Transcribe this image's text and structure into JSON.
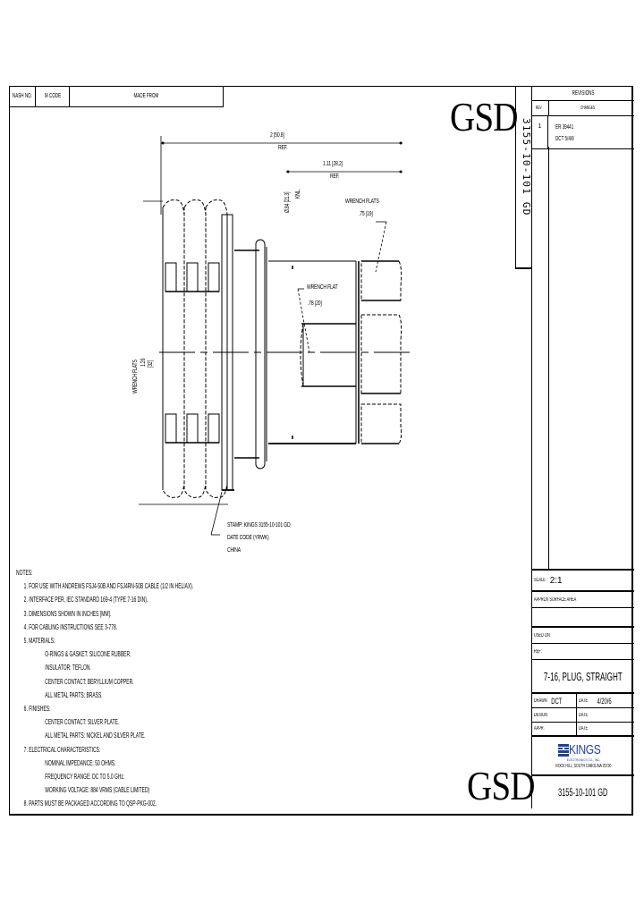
{
  "header_left": {
    "columns": [
      "NASH NO.",
      "M CODE",
      "MADE FROM"
    ]
  },
  "watermark": "GSD",
  "vertical_part_number": "3155-10-101 GD",
  "revisions": {
    "title": "REVISIONS",
    "col_rev": "REV",
    "col_changes": "CHANGES",
    "rows": [
      {
        "rev": "1",
        "line1": "ER 39441",
        "line2": "DCT 5/4/8"
      }
    ]
  },
  "dimensions": {
    "overall": {
      "value": "2 [50.8]",
      "note": "REF."
    },
    "rear": {
      "value": "1.11 [28.2]",
      "note": "REF."
    },
    "diameter": {
      "value": "Ø.84 [21.3]",
      "note": "KNL."
    },
    "wrench_flats_rear": {
      "label": "WRENCH FLATS",
      "value": ".75 [19]"
    },
    "wrench_flat_mid": {
      "label": "WRENCH FLAT",
      "value": ".78 [20]"
    },
    "wrench_flats_nut": {
      "label": "WRENCH FLATS",
      "value": "1.26",
      "metric": "[32]"
    }
  },
  "stamp": {
    "line1": "STAMP: KINGS 3155-10-101 GD",
    "line2": "DATE CODE (YRWK)",
    "line3": "CHINA"
  },
  "notes": {
    "title": "NOTES:",
    "items": [
      "1. FOR USE WITH ANDREWS FSJ4-50B AND FSJ4RN-50B CABLE (1/2 IN HELIAX).",
      "2. INTERFACE PER, IEC STANDARD 169-4 (TYPE 7-16 DIN).",
      "3. DIMENSIONS SHOWN IN INCHES [MM].",
      "4. FOR CABLING INSTRUCTIONS SEE 3-778.",
      "5. MATERIALS:",
      "O-RINGS & GASKET: SILICONE RUBBER.",
      "INSULATOR: TEFLON.",
      "CENTER CONTACT: BERYLLIUM COPPER.",
      "ALL METAL PARTS: BRASS.",
      "6. FINISHES:",
      "CENTER CONTACT: SILVER PLATE.",
      "ALL METAL PARTS: NICKEL AND SILVER PLATE.",
      "7. ELECTRICAL CHARACTERISTICS:",
      "NOMINAL IMPEDANCE: 50 OHMS.",
      "FREQUENCY RANGE: DC TO 5.0 GHz.",
      "WORKING VOLTAGE: 884 VRMS (CABLE LIMITED)",
      "8. PARTS MUST BE PACKAGED ACCORDING TO QSP-PKG-002."
    ]
  },
  "title_block": {
    "scale_label": "SCALE",
    "scale_value": "2:1",
    "surface_area": "APPROX SURFACE AREA",
    "used_on": "USED ON",
    "ref": "REF:",
    "title": "7-16, PLUG, STRAIGHT",
    "drawn_label": "DRAWN",
    "drawn_value": "DCT",
    "date_label": "DATE",
    "date_value": "4/20/6",
    "design_label": "DESIGN",
    "design_date": "DATE",
    "appr_label": "APPR.",
    "appr_date": "DATE",
    "company": "KINGS",
    "company_sub": "ELECTRONICS CO., INC.",
    "company_addr": "ROCK HILL, SOUTH CAROLINA 29730",
    "brand_color": "#1f3f9e",
    "part_number": "3155-10-101 GD"
  }
}
